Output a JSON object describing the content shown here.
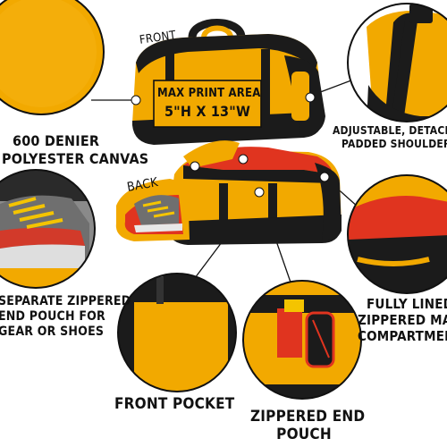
{
  "labels": {
    "front": "FRONT",
    "back": "BACK",
    "print_area_title": "MAX PRINT AREA",
    "print_area_size": "5\"H X 13\"W",
    "fabric_line1": "600 DENIER",
    "fabric_line2": "POLYESTER CANVAS",
    "strap_line1": "ADJUSTABLE, DETACHABLE",
    "strap_line2": "PADDED SHOULDER STRAP",
    "lined_line1": "FULLY LINED,",
    "lined_line2": "ZIPPERED MAIN",
    "lined_line3": "COMPARTMENT",
    "endpouch_line1": "SEPARATE ZIPPERED",
    "endpouch_line2": "END POUCH FOR",
    "endpouch_line3": "GEAR OR SHOES",
    "front_pocket": "FRONT POCKET",
    "zip_end_line1": "ZIPPERED END",
    "zip_end_line2": "POUCH"
  },
  "colors": {
    "bag_yellow": "#F2A900",
    "bag_black": "#1b1b1b",
    "lining_red": "#E0341F",
    "shoe_gray": "#6f6f6f",
    "lace_yellow": "#F4C400",
    "callout_line": "#111111"
  }
}
